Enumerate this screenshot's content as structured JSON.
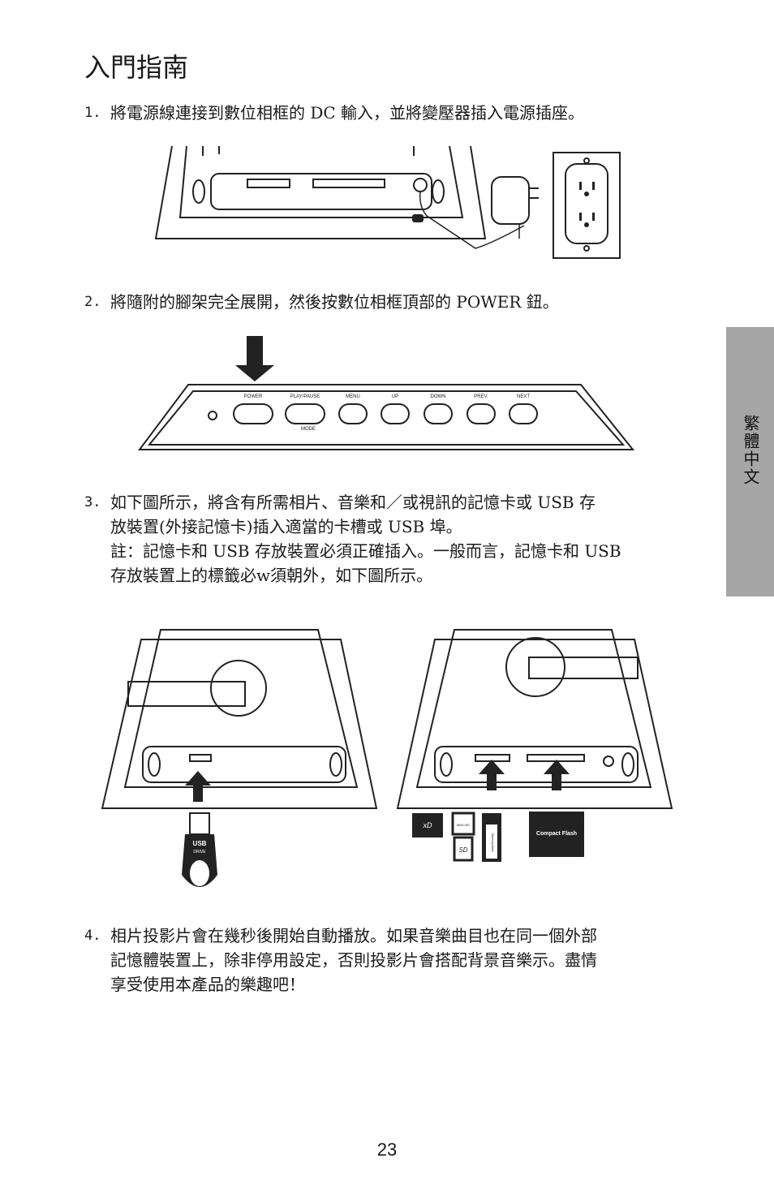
{
  "page": {
    "title": "入門指南",
    "side_tab": "繁體中文",
    "page_number": "23"
  },
  "steps": [
    {
      "num": "1.",
      "lines": [
        "將電源線連接到數位相框的 DC 輸入，並將變壓器插入電源插座。"
      ]
    },
    {
      "num": "2.",
      "lines": [
        "將隨附的腳架完全展開，然後按數位相框頂部的 POWER 鈕。"
      ]
    },
    {
      "num": "3.",
      "lines": [
        "如下圖所示，將含有所需相片、音樂和／或視訊的記憶卡或 USB 存",
        "放裝置(外接記憶卡)插入適當的卡槽或 USB 埠。",
        "註：記憶卡和 USB 存放裝置必須正確插入。一般而言，記憶卡和 USB",
        "存放裝置上的標籤必w須朝外，如下圖所示。"
      ]
    },
    {
      "num": "4.",
      "lines": [
        "相片投影片會在幾秒後開始自動播放。如果音樂曲目也在同一個外部",
        "記憶體裝置上，除非停用設定，否則投影片會搭配背景音樂示。盡情",
        "享受使用本產品的樂趣吧！"
      ]
    }
  ],
  "figure2": {
    "buttons": [
      "POWER",
      "PLAY/PAUSE",
      "MENU",
      "UP",
      "DOWN",
      "PREV.",
      "NEXT"
    ],
    "mode_label": "MODE"
  },
  "figure3": {
    "usb_label_1": "USB",
    "usb_label_2": "DRIVE",
    "cf_label": "Compact Flash",
    "xd_label": "xD",
    "sd_label": "SD",
    "mmc_label": "MMC/SD",
    "ms_label": "MemoryStick"
  }
}
